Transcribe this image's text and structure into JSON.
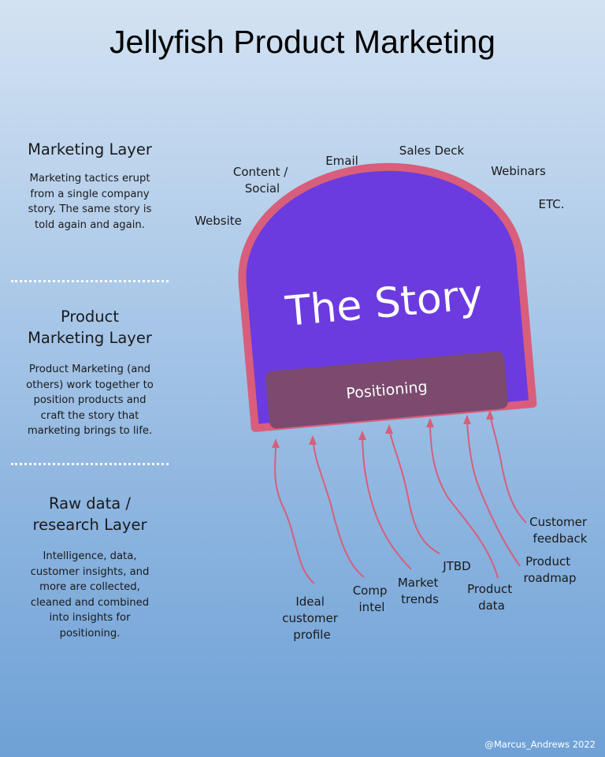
{
  "title": "Jellyfish Product Marketing",
  "layers": [
    {
      "heading_lines": [
        "Marketing Layer"
      ],
      "body_lines": [
        "Marketing tactics erupt",
        "from a single company",
        "story. The same story is",
        "told again and again."
      ]
    },
    {
      "heading_lines": [
        "Product",
        "Marketing Layer"
      ],
      "body_lines": [
        "Product Marketing (and",
        "others) work together to",
        "position products and",
        "craft the story that",
        "marketing brings to life."
      ]
    },
    {
      "heading_lines": [
        "Raw data /",
        "research Layer"
      ],
      "body_lines": [
        "Intelligence, data,",
        "customer insights, and",
        "more are collected,",
        "cleaned and combined",
        "into insights for",
        "positioning."
      ]
    }
  ],
  "marketing_tactics": [
    {
      "lines": [
        "Website"
      ]
    },
    {
      "lines": [
        "Content /",
        "Social"
      ]
    },
    {
      "lines": [
        "Email"
      ]
    },
    {
      "lines": [
        "Sales Deck"
      ]
    },
    {
      "lines": [
        "Webinars"
      ]
    },
    {
      "lines": [
        "ETC."
      ]
    }
  ],
  "story_label": "The Story",
  "positioning_label": "Positioning",
  "inputs": [
    {
      "lines": [
        "Ideal",
        "customer",
        "profile"
      ]
    },
    {
      "lines": [
        "Comp",
        "intel"
      ]
    },
    {
      "lines": [
        "Market",
        "trends"
      ]
    },
    {
      "lines": [
        "JTBD"
      ]
    },
    {
      "lines": [
        "Product",
        "data"
      ]
    },
    {
      "lines": [
        "Product",
        "roadmap"
      ]
    },
    {
      "lines": [
        "Customer",
        "feedback"
      ]
    }
  ],
  "colors": {
    "story_fill": "#6b3be0",
    "story_border": "#d85e7c",
    "positioning_fill": "#7b4a6e",
    "tentacle": "#d85e7c"
  },
  "credit": "@Marcus_Andrews 2022"
}
